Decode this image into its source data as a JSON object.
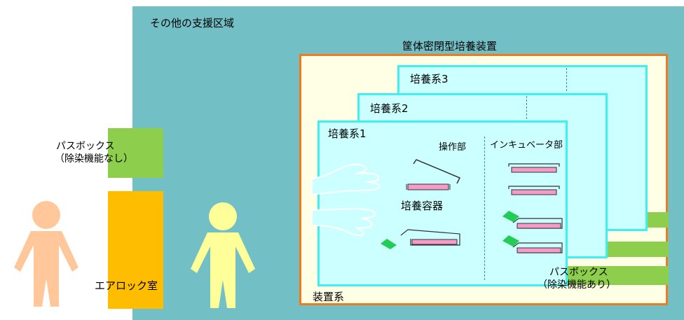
{
  "diagram": {
    "support_zone_label": "その他の支援区域",
    "apparatus_label": "筐体密閉型培養装置",
    "apparatus_system_label": "装置系",
    "culture_systems": [
      {
        "label": "培養系1"
      },
      {
        "label": "培養系2"
      },
      {
        "label": "培養系3"
      }
    ],
    "operation_label": "操作部",
    "incubator_label": "インキュベータ部",
    "vessel_label": "培養容器",
    "passbox_left": {
      "line1": "パスボックス",
      "line2": "（除染機能なし）"
    },
    "passbox_right": {
      "line1": "パスボックス",
      "line2": "（除染機能あり）"
    },
    "airlock_label": "エアロック室",
    "colors": {
      "support_zone": "#72bfc5",
      "apparatus_fill": "#ffffe6",
      "apparatus_border": "#f07a1c",
      "culture_fill": "#ccffff",
      "culture_border": "#3ff0ee",
      "passbox": "#8ece4d",
      "airlock": "#ffbd00",
      "person_outside": "#ffc79a",
      "person_inside": "#ffff99",
      "vessel": "#f59bc8",
      "lid_tag": "#22cc55"
    }
  }
}
